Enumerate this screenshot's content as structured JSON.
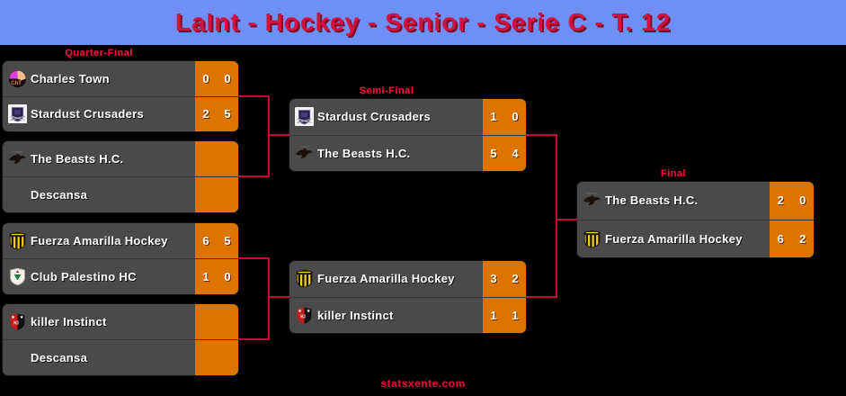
{
  "header": {
    "title": "LaInt - Hockey - Senior - Serie C - T. 12"
  },
  "colors": {
    "header_bg": "#6e8ff5",
    "title_red": "#d6103c",
    "label_red": "#ee1140",
    "box_gray": "#4a4a4a",
    "score_orange": "#dd7400",
    "connector_red": "#c40a38"
  },
  "rounds": [
    {
      "label": "Quarter-Final",
      "matches": [
        {
          "rows": [
            {
              "team": "Charles Town",
              "logo": "charles-town",
              "scores": [
                "0",
                "0"
              ]
            },
            {
              "team": "Stardust Crusaders",
              "logo": "stardust-crusaders",
              "scores": [
                "2",
                "5"
              ]
            }
          ]
        },
        {
          "rows": [
            {
              "team": "The Beasts H.C.",
              "logo": "the-beasts",
              "scores": [
                "",
                ""
              ]
            },
            {
              "team": "Descansa",
              "logo": "",
              "scores": [
                "",
                ""
              ]
            }
          ]
        },
        {
          "rows": [
            {
              "team": "Fuerza Amarilla Hockey",
              "logo": "fuerza-amarilla",
              "scores": [
                "6",
                "5"
              ]
            },
            {
              "team": "Club Palestino HC",
              "logo": "club-palestino",
              "scores": [
                "1",
                "0"
              ]
            }
          ]
        },
        {
          "rows": [
            {
              "team": "killer Instinct",
              "logo": "killer-instinct",
              "scores": [
                "",
                ""
              ]
            },
            {
              "team": "Descansa",
              "logo": "",
              "scores": [
                "",
                ""
              ]
            }
          ]
        }
      ]
    },
    {
      "label": "Semi-Final",
      "matches": [
        {
          "rows": [
            {
              "team": "Stardust Crusaders",
              "logo": "stardust-crusaders",
              "scores": [
                "1",
                "0"
              ]
            },
            {
              "team": "The Beasts H.C.",
              "logo": "the-beasts",
              "scores": [
                "5",
                "4"
              ]
            }
          ]
        },
        {
          "rows": [
            {
              "team": "Fuerza Amarilla Hockey",
              "logo": "fuerza-amarilla",
              "scores": [
                "3",
                "2"
              ]
            },
            {
              "team": "killer Instinct",
              "logo": "killer-instinct",
              "scores": [
                "1",
                "1"
              ]
            }
          ]
        }
      ]
    },
    {
      "label": "Final",
      "matches": [
        {
          "rows": [
            {
              "team": "The Beasts H.C.",
              "logo": "the-beasts",
              "scores": [
                "2",
                "0"
              ]
            },
            {
              "team": "Fuerza Amarilla Hockey",
              "logo": "fuerza-amarilla",
              "scores": [
                "6",
                "2"
              ]
            }
          ]
        }
      ]
    }
  ],
  "footer": {
    "site": "statsxente.com"
  }
}
